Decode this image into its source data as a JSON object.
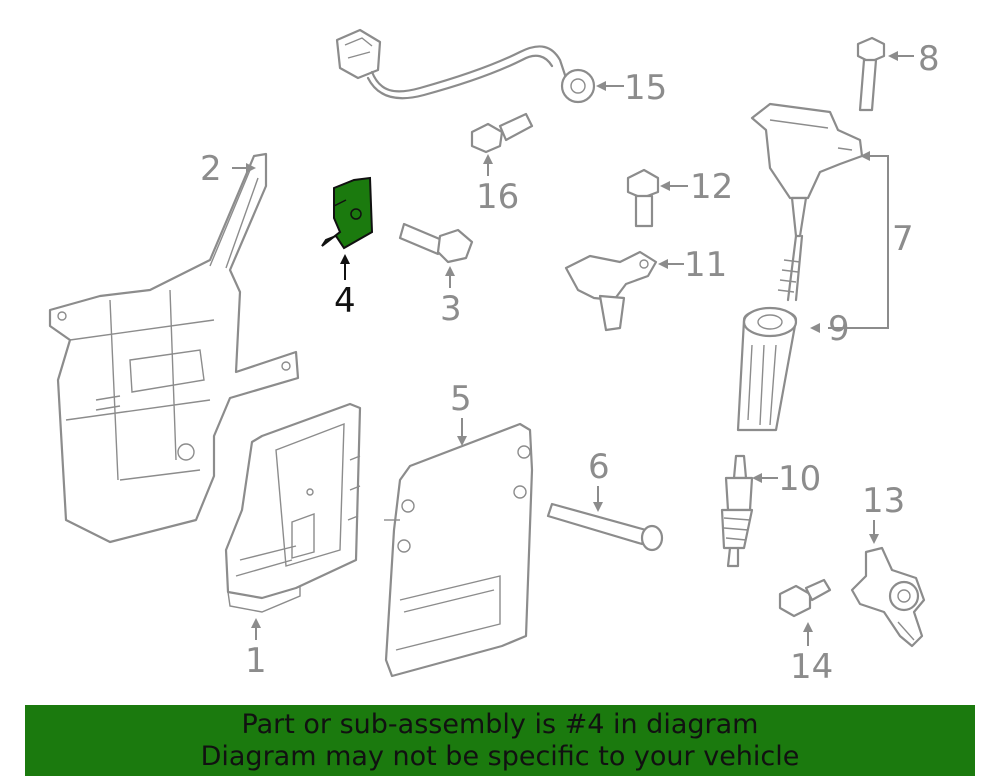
{
  "diagram": {
    "highlight_part": "4",
    "highlight_color": "#1b7a0e",
    "line_color": "#8c8c8c",
    "callouts": {
      "c1": "1",
      "c2": "2",
      "c3": "3",
      "c4": "4",
      "c5": "5",
      "c6": "6",
      "c7": "7",
      "c8": "8",
      "c9": "9",
      "c10": "10",
      "c11": "11",
      "c12": "12",
      "c13": "13",
      "c14": "14",
      "c15": "15",
      "c16": "16"
    }
  },
  "banner": {
    "line1": "Part or sub-assembly is #4 in diagram",
    "line2": "Diagram may not be specific to your vehicle",
    "background": "#1b7a0e"
  }
}
